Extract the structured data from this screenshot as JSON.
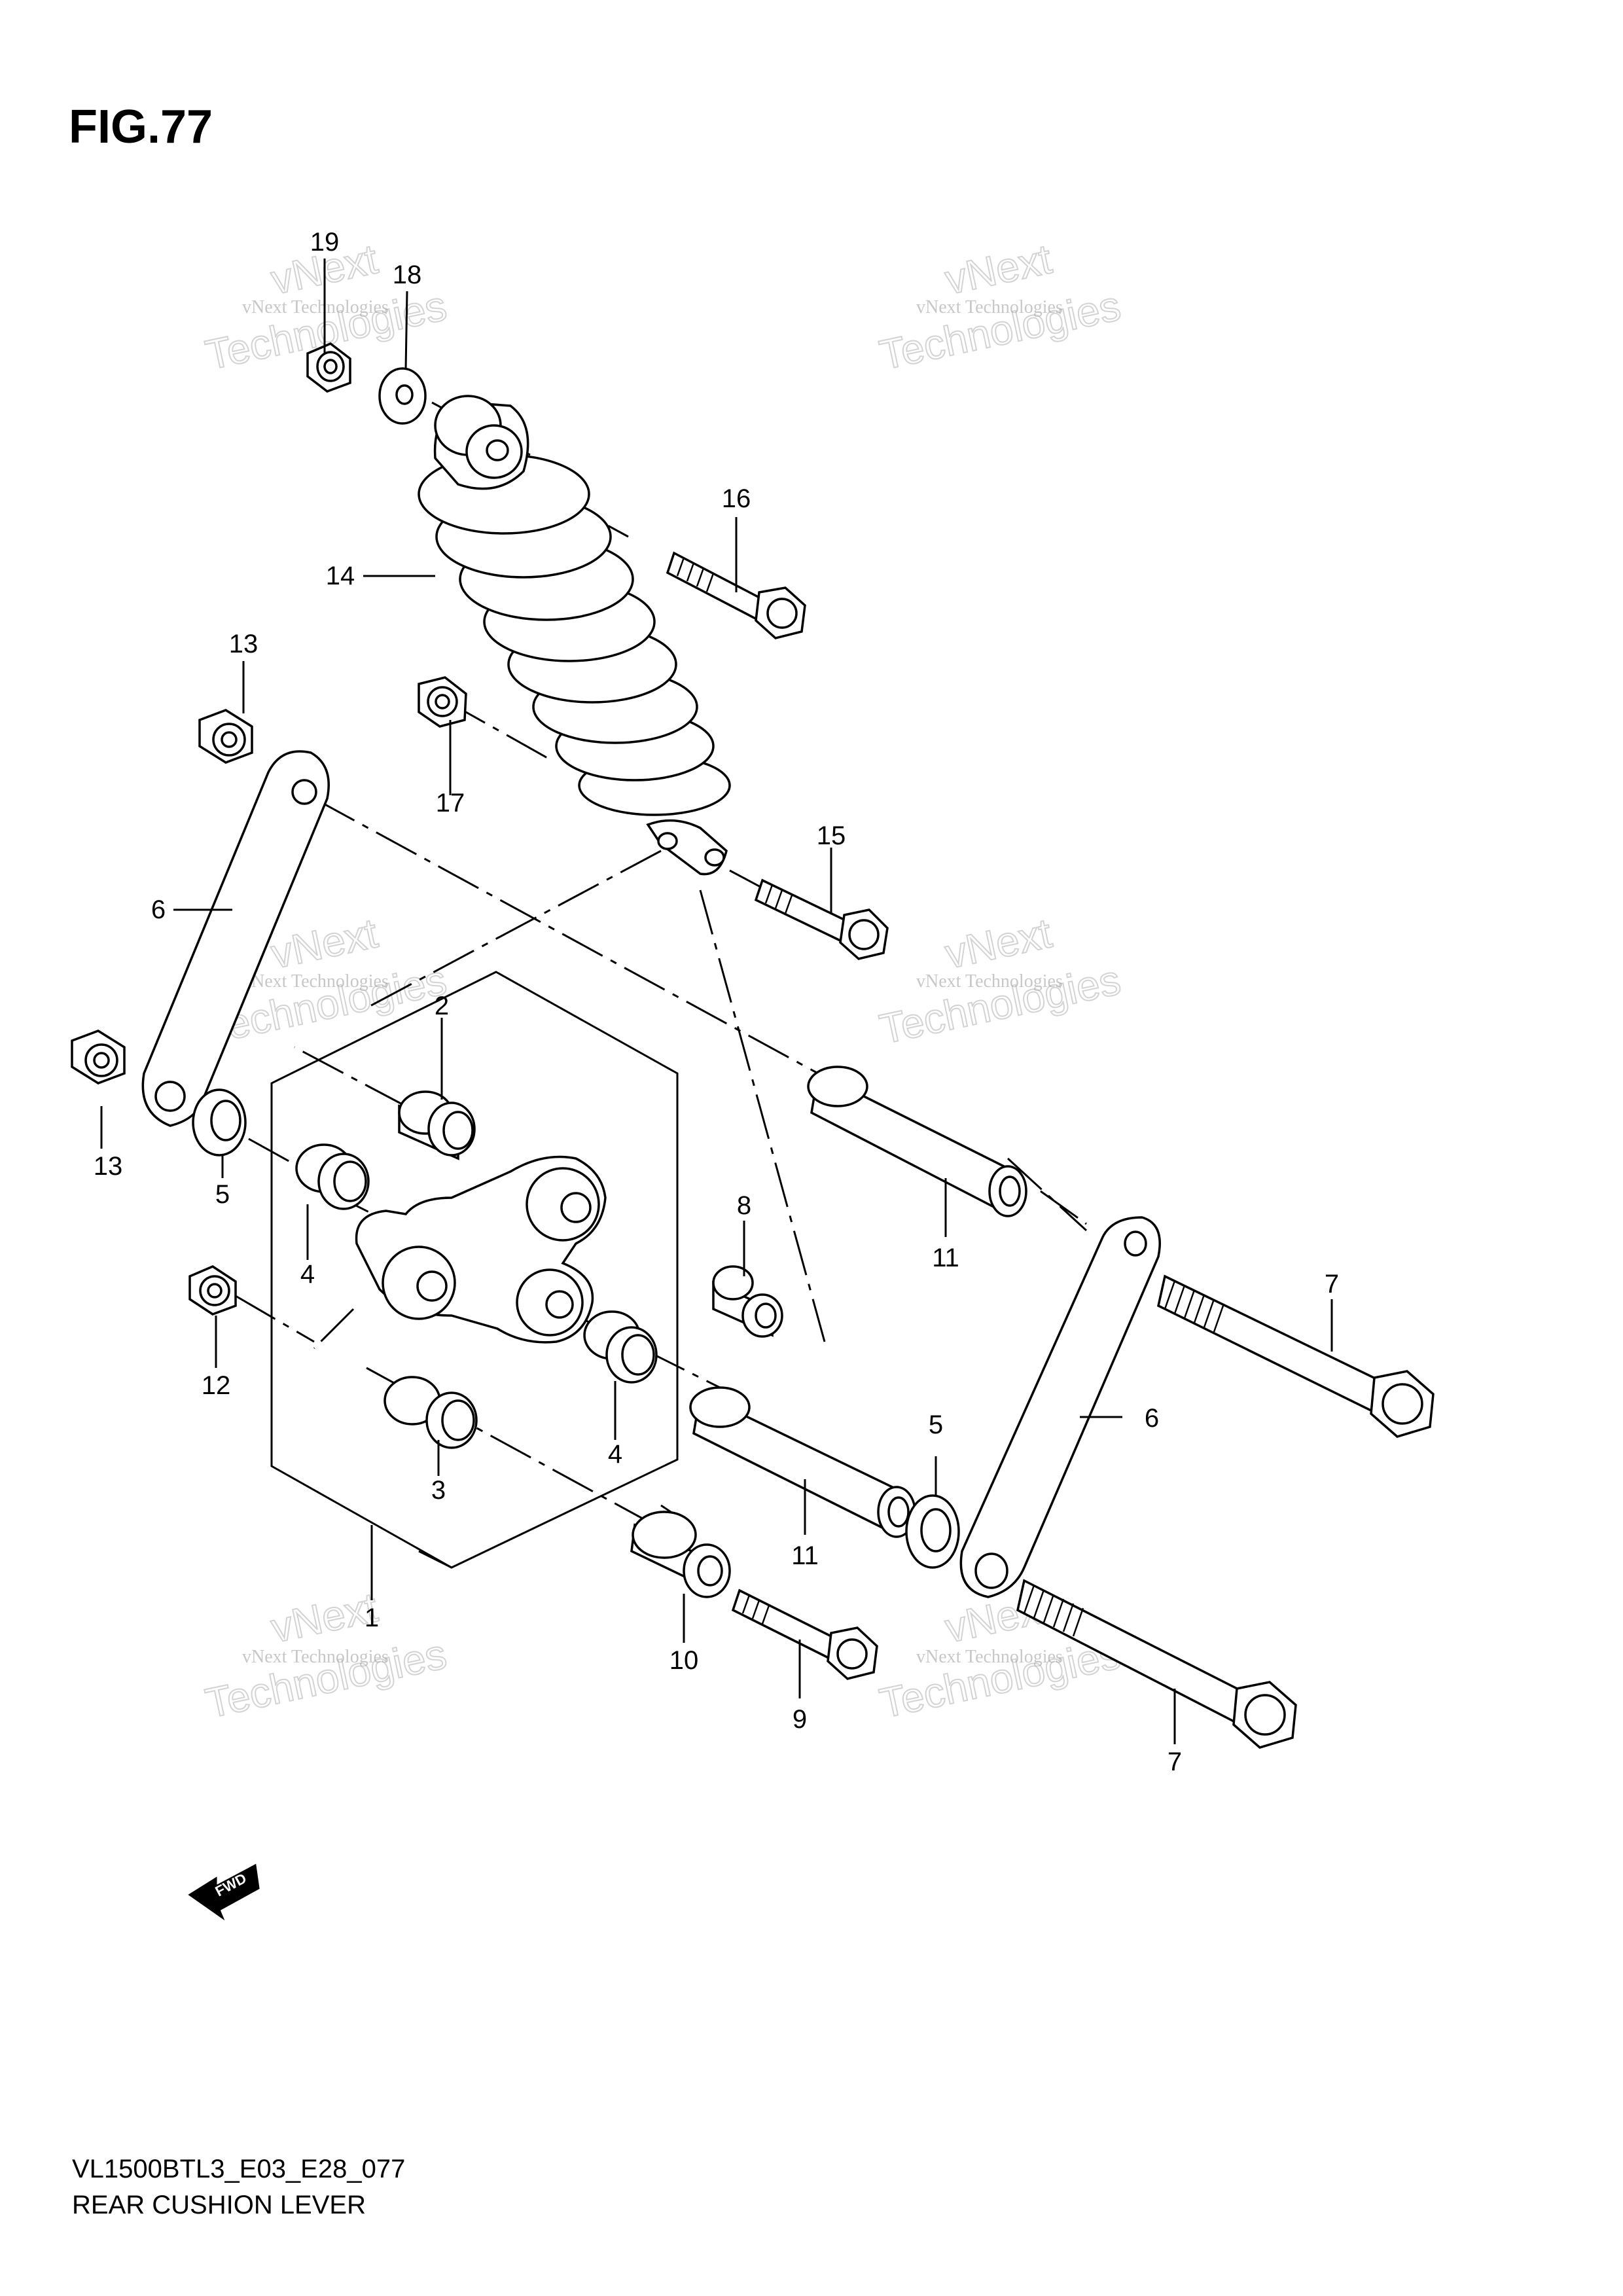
{
  "figure": {
    "title": "FIG.77",
    "model_code": "VL1500BTL3_E03_E28_077",
    "caption": "REAR CUSHION LEVER"
  },
  "watermark": {
    "line1": "vNext Technologies",
    "line2": "vNext",
    "line3": "Technologies"
  },
  "fwd_badge": "FWD",
  "callouts": {
    "c1": "1",
    "c2": "2",
    "c3": "3",
    "c4a": "4",
    "c4b": "4",
    "c5a": "5",
    "c5b": "5",
    "c6a": "6",
    "c6b": "6",
    "c7a": "7",
    "c7b": "7",
    "c8": "8",
    "c9": "9",
    "c10": "10",
    "c11a": "11",
    "c11b": "11",
    "c12": "12",
    "c13a": "13",
    "c13b": "13",
    "c14": "14",
    "c15": "15",
    "c16": "16",
    "c17": "17",
    "c18": "18",
    "c19": "19"
  }
}
